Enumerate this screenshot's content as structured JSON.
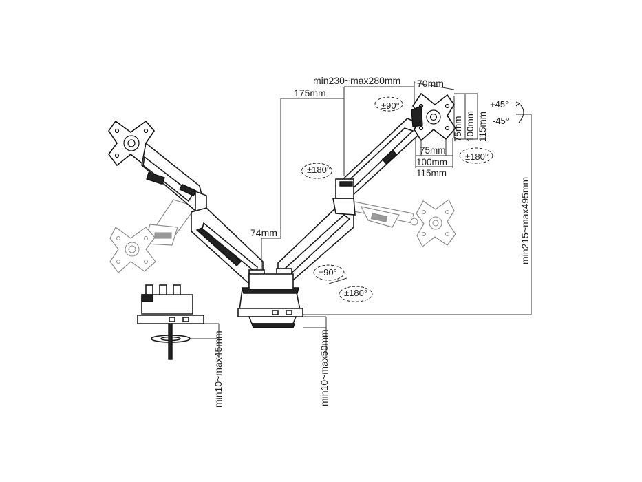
{
  "dimensions": {
    "span": "min230~max280mm",
    "arm_offset": "175mm",
    "plate_offset": "70mm",
    "center_offset": "74mm",
    "height": "min215~max495mm",
    "clamp_thickness": "min10~max45mm",
    "grommet_thickness": "min10~max50mm",
    "vesa_h_75": "75mm",
    "vesa_h_100": "100mm",
    "vesa_h_115": "115mm",
    "vesa_v_75": "75mm",
    "vesa_v_100": "100mm",
    "vesa_v_115": "115mm"
  },
  "rotations": {
    "head_rotate": "±90°",
    "tilt_up": "+45°",
    "tilt_down": "-45°",
    "head_swivel": "±180°",
    "arm_swivel": "±180°",
    "base_rotate": "±90°",
    "base_swivel": "±180°"
  }
}
